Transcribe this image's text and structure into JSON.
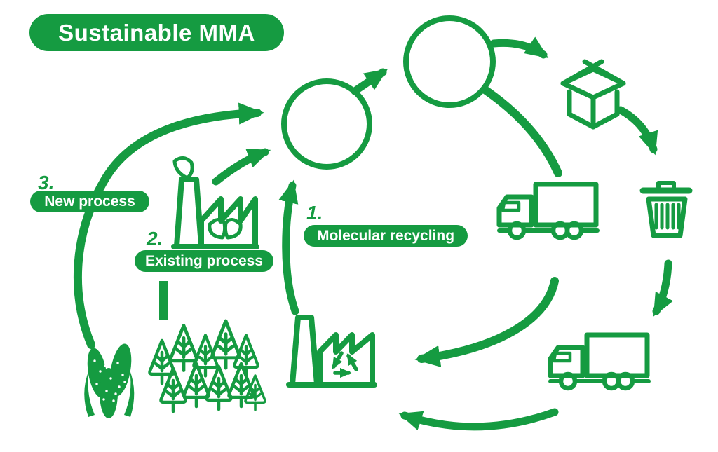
{
  "title": {
    "label": "Sustainable MMA"
  },
  "colors": {
    "green": "#159B41",
    "label_text": "#FFFFFF",
    "background": "#FFFFFF"
  },
  "steps": {
    "molecular_recycling": {
      "number": "1.",
      "label": "Molecular recycling"
    },
    "existing_process": {
      "number": "2.",
      "label": "Existing process"
    },
    "new_process": {
      "number": "3.",
      "label": "New process"
    }
  },
  "icons": [
    "monomer-circle",
    "polymer-circle",
    "packaging-box-icon",
    "waste-bin-icon",
    "delivery-truck-icon",
    "collection-truck-icon",
    "recycling-plant-icon",
    "bio-plant-icon",
    "forest-icon",
    "crops-icon"
  ]
}
